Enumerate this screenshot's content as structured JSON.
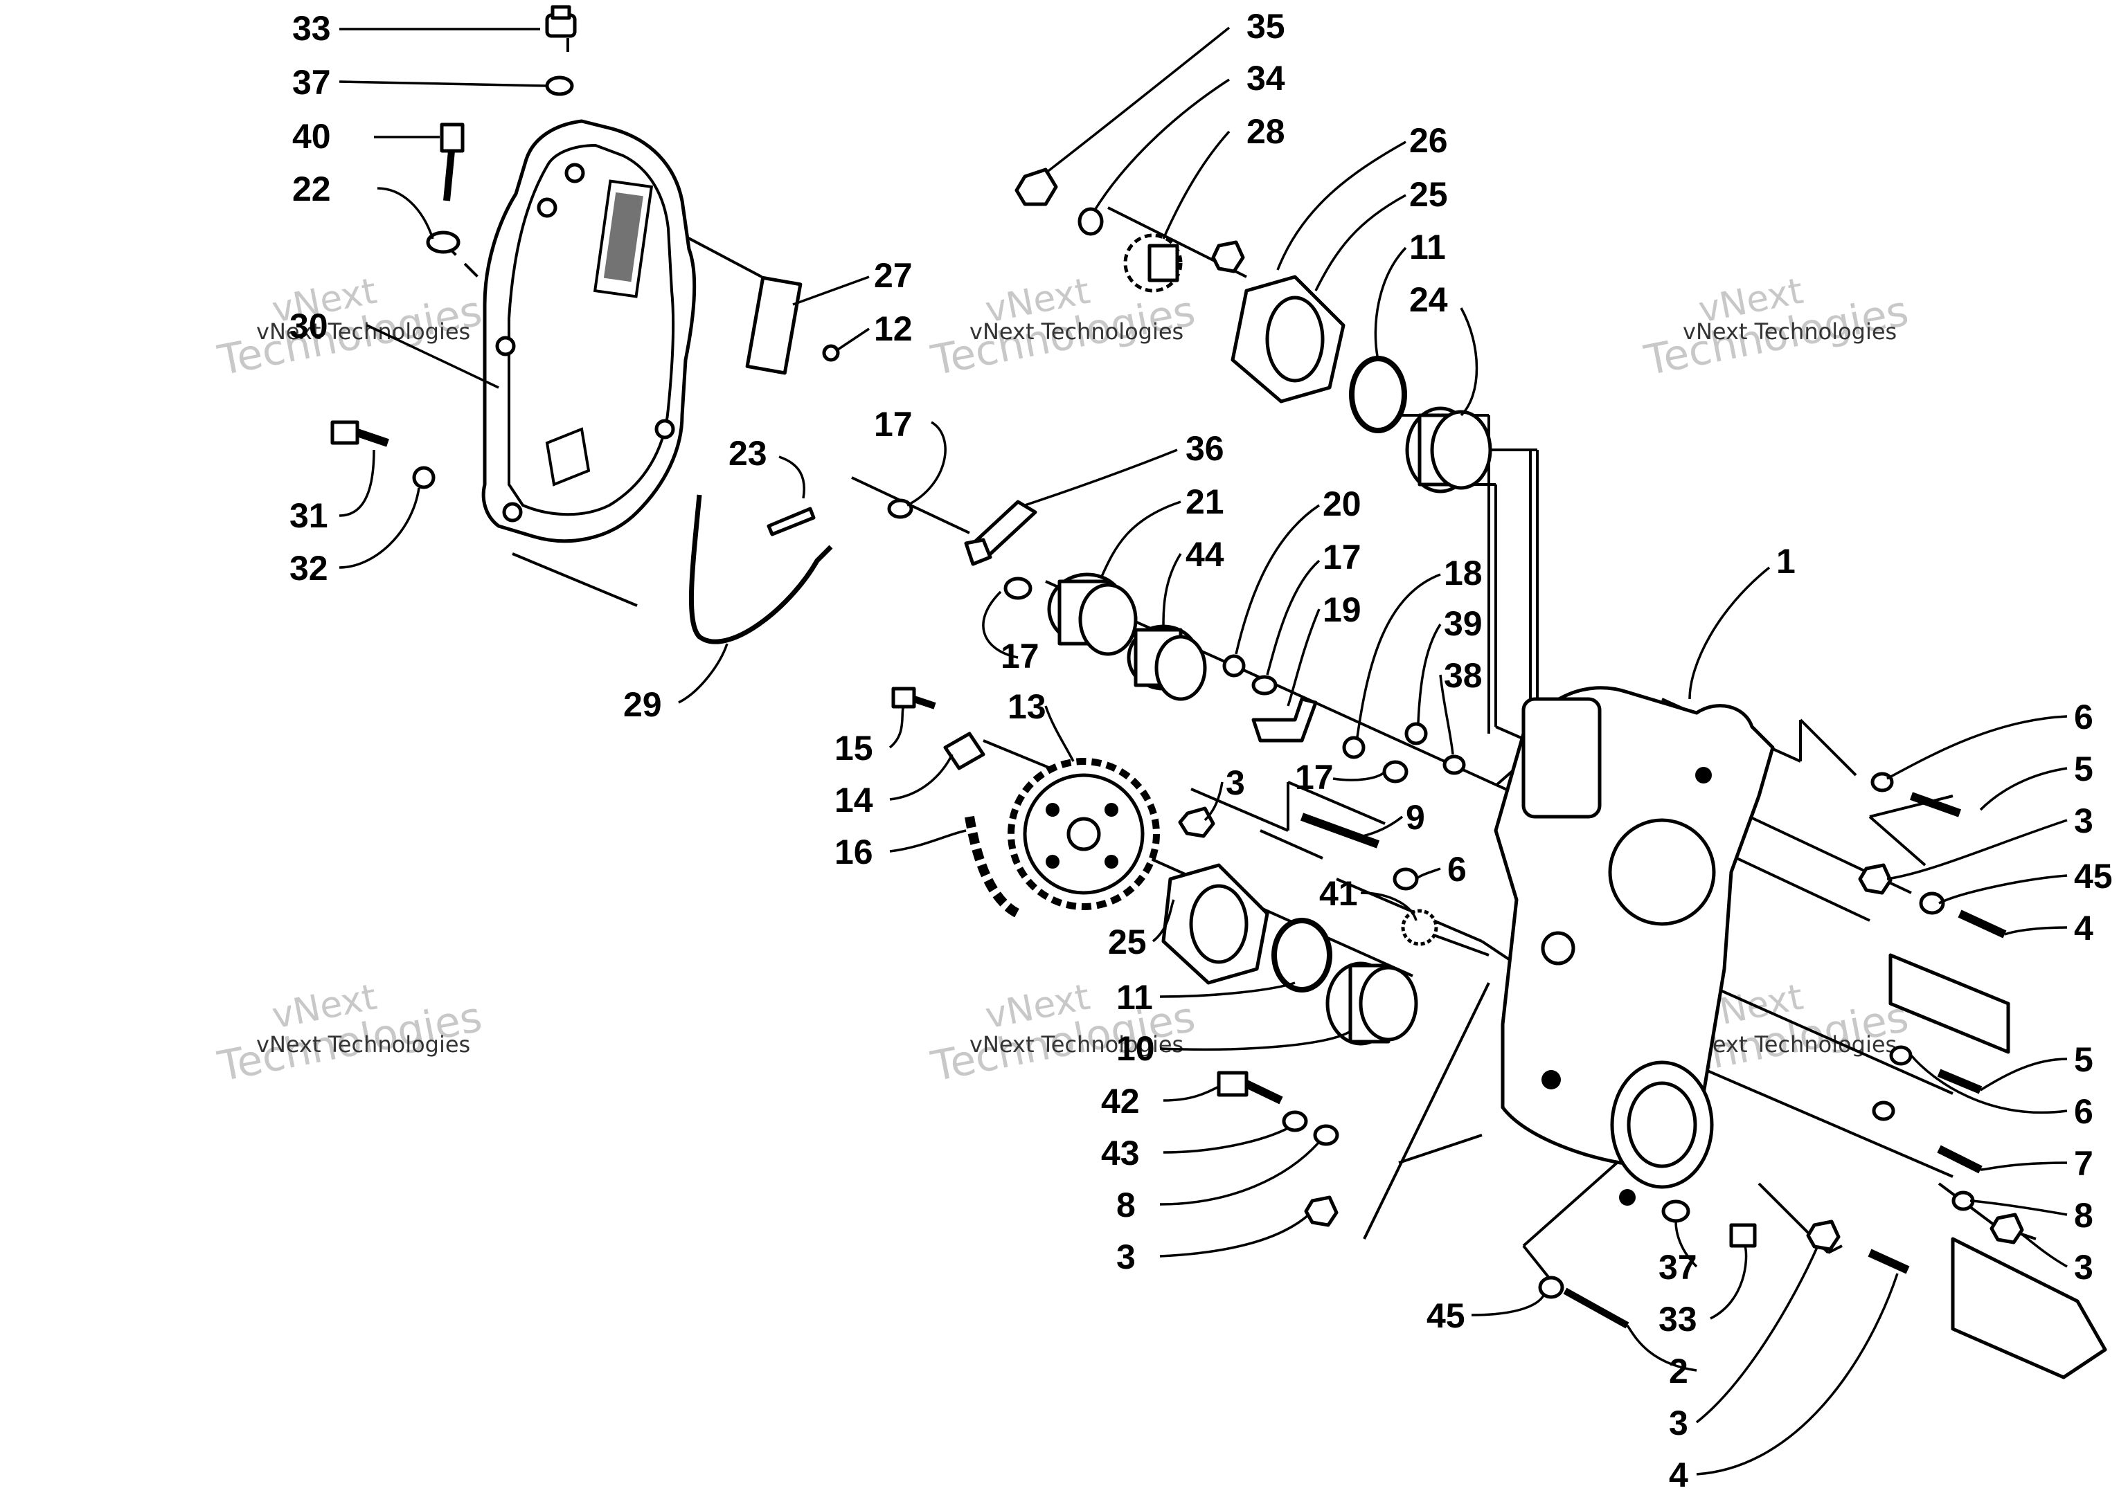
{
  "callouts": {
    "c33a": "33",
    "c37a": "37",
    "c40": "40",
    "c22": "22",
    "c30": "30",
    "c31": "31",
    "c32": "32",
    "c27": "27",
    "c12": "12",
    "c23": "23",
    "c17a": "17",
    "c29": "29",
    "c35": "35",
    "c34": "34",
    "c28": "28",
    "c26": "26",
    "c25a": "25",
    "c11a": "11",
    "c24": "24",
    "c36": "36",
    "c21": "21",
    "c44": "44",
    "c17b": "17",
    "c20": "20",
    "c17c": "17",
    "c19": "19",
    "c18": "18",
    "c39": "39",
    "c38": "38",
    "c17d": "17",
    "c1": "1",
    "c15": "15",
    "c13": "13",
    "c14": "14",
    "c16": "16",
    "c3a": "3",
    "c9": "9",
    "c6a": "6",
    "c25b": "25",
    "c41": "41",
    "c11b": "11",
    "c10": "10",
    "c42": "42",
    "c43": "43",
    "c8a": "8",
    "c3b": "3",
    "c6b": "6",
    "c5a": "5",
    "c3c": "3",
    "c45a": "45",
    "c4a": "4",
    "c5b": "5",
    "c6c": "6",
    "c7": "7",
    "c8b": "8",
    "c3d": "3",
    "c37b": "37",
    "c33b": "33",
    "c45b": "45",
    "c2": "2",
    "c3e": "3",
    "c4b": "4"
  },
  "watermarks": {
    "w1": "vNext Technologies",
    "w2": "vNext Technologies",
    "w3": "vNext Technologies",
    "w4": "vNext Technologies",
    "w5": "vNext Technologies",
    "w6": "vNext Technologies"
  }
}
